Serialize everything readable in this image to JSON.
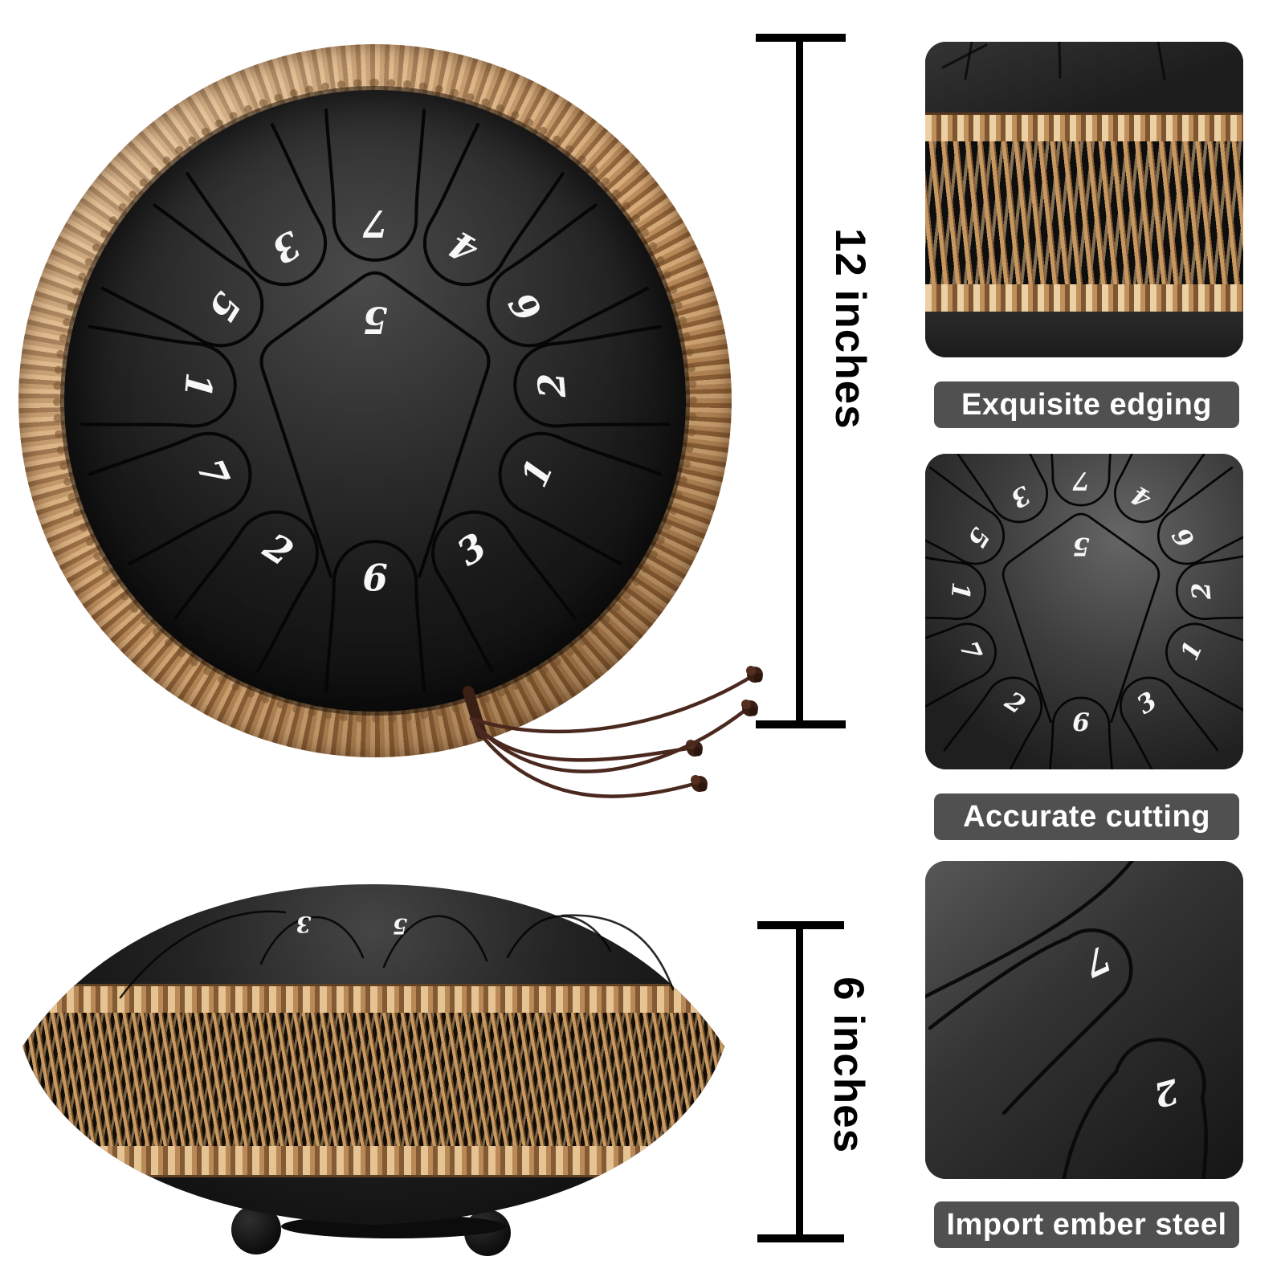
{
  "annotations": {
    "diameter_label": "12 inches",
    "height_label": "6 inches"
  },
  "detail_cards": [
    {
      "caption": "Exquisite edging",
      "type": "rope-edge-closeup"
    },
    {
      "caption": "Accurate cutting",
      "type": "drum-face-closeup"
    },
    {
      "caption": "Import ember steel",
      "type": "tongue-closeup",
      "notes": [
        "7",
        "2"
      ]
    }
  ],
  "drum_face": {
    "center_note": "5",
    "tongues": [
      {
        "note": "7",
        "angle": 0
      },
      {
        "note": "4",
        "angle": 30
      },
      {
        "note": "6",
        "angle": 58
      },
      {
        "note": "2",
        "angle": 85
      },
      {
        "note": "1",
        "angle": 114
      },
      {
        "note": "3",
        "angle": 147
      },
      {
        "note": "6",
        "angle": 180
      },
      {
        "note": "2",
        "angle": 213
      },
      {
        "note": "7",
        "angle": 246
      },
      {
        "note": "1",
        "angle": 275
      },
      {
        "note": "5",
        "angle": 302
      },
      {
        "note": "3",
        "angle": 330
      }
    ]
  },
  "side_view": {
    "visible_notes": [
      "3",
      "5"
    ]
  },
  "colors": {
    "background": "#ffffff",
    "rope": "#c39a68",
    "rope_light": "#ecd0a4",
    "rope_dark": "#8f6238",
    "drum_black": "#1a1a1a",
    "note_text": "#f7f7f7",
    "caption_bg": "#505050",
    "caption_text": "#ffffff",
    "dimension_line": "#000000",
    "tassel_cord": "#4a281e"
  }
}
